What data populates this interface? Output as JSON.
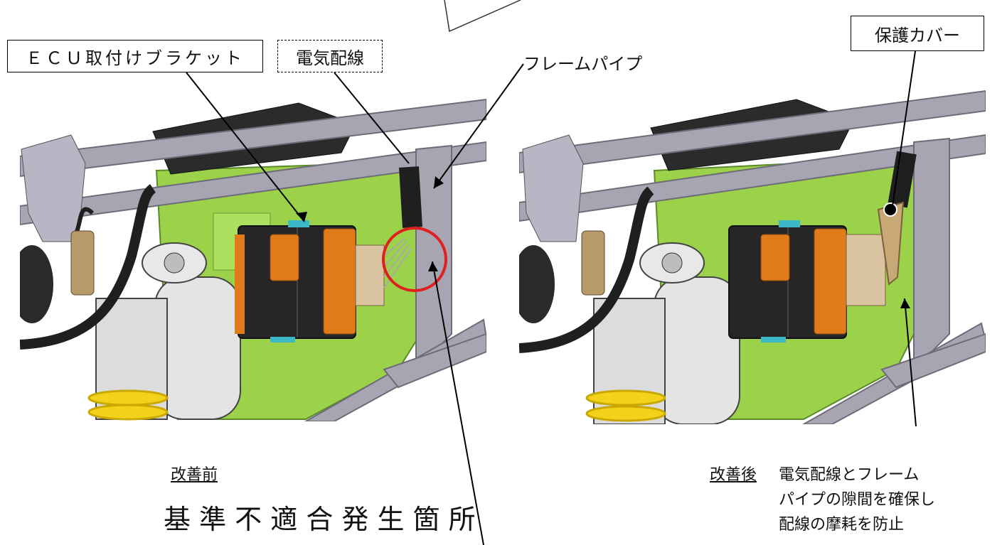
{
  "labels": {
    "ecu_bracket": "ＥＣＵ取付けブラケット",
    "wiring": "電気配線",
    "frame_pipe": "フレームパイプ",
    "cover": "保護カバー"
  },
  "captions": {
    "before": "改善前",
    "after": "改善後",
    "fault_location": "基 準 不 適 合 発 生 箇 所",
    "note_line1": "電気配線とフレーム",
    "note_line2": "パイプの隙間を確保し",
    "note_line3": "配線の摩耗を防止"
  },
  "colors": {
    "frame": "#9a98a4",
    "tank": "#9bd24a",
    "ecu": "#2a2a2a",
    "connector": "#e07a1a",
    "spring": "#f2d21a",
    "highlight": "#e02020",
    "cover": "#c8a875"
  }
}
